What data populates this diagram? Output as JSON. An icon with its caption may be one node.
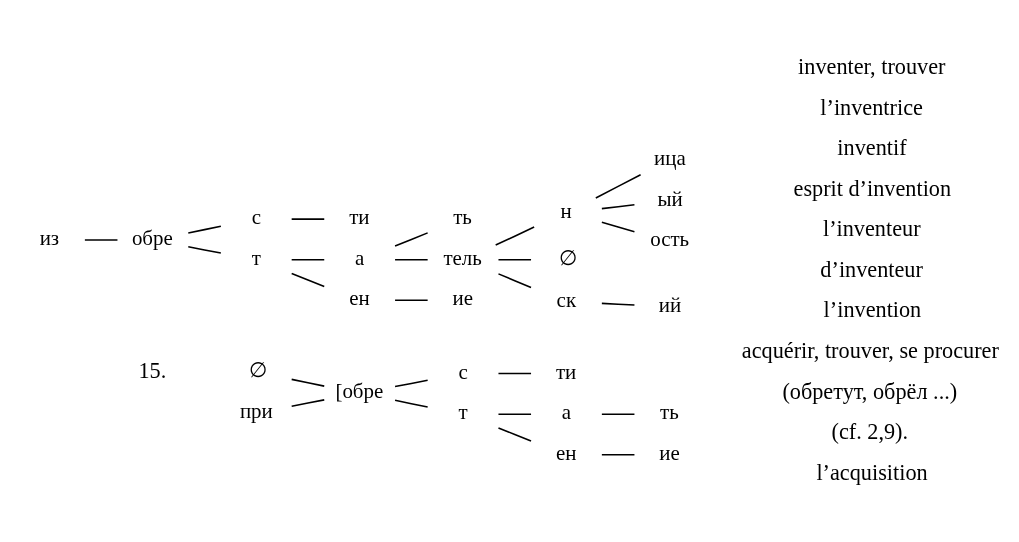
{
  "diagram": {
    "nodes": [
      {
        "text": [
          "∅"
        ]
      },
      {
        "text": [
          "при"
        ]
      },
      {
        "text": [
          "[обре"
        ]
      },
      {
        "text": [
          "с"
        ]
      },
      {
        "text": [
          "т"
        ]
      },
      {
        "text": [
          "ти"
        ]
      },
      {
        "text": [
          "а"
        ]
      },
      {
        "text": [
          "ть"
        ]
      },
      {
        "text": [
          "ен"
        ]
      },
      {
        "text": [
          "ие"
        ]
      },
      {
        "text": [
          "из"
        ]
      },
      {
        "text": [
          "обре"
        ]
      },
      {
        "text": [
          "с"
        ]
      },
      {
        "text": [
          "ти"
        ]
      },
      {
        "text": [
          "т"
        ]
      },
      {
        "text": [
          "а"
        ]
      },
      {
        "text": [
          "ть"
        ]
      },
      {
        "text": [
          "тель"
        ]
      },
      {
        "text": [
          "н"
        ]
      },
      {
        "text": [
          "∅"
        ]
      },
      {
        "text": [
          "ица"
        ]
      },
      {
        "text": [
          "ый"
        ]
      },
      {
        "text": [
          "ость"
        ]
      },
      {
        "text": [
          "ск"
        ]
      },
      {
        "text": [
          "ий"
        ]
      },
      {
        "text": [
          "ен"
        ]
      },
      {
        "text": [
          "ие"
        ]
      }
    ],
    "edges": [
      {
        "from": 0,
        "to": 2,
        "arrow": "none"
      },
      {
        "from": 1,
        "to": 2,
        "arrow": "none"
      },
      {
        "from": 2,
        "to": 3,
        "arrow": "none"
      },
      {
        "from": 2,
        "to": 4,
        "arrow": "none"
      },
      {
        "from": 3,
        "to": 5,
        "arrow": "none"
      },
      {
        "from": 4,
        "to": 6,
        "arrow": "none"
      },
      {
        "from": 6,
        "to": 7,
        "arrow": "none"
      },
      {
        "from": 4,
        "to": 8,
        "arrow": "none"
      },
      {
        "from": 8,
        "to": 9,
        "arrow": "none"
      },
      {
        "from": 10,
        "to": 11,
        "arrow": "none"
      },
      {
        "from": 11,
        "to": 12,
        "arrow": "none"
      },
      {
        "from": 12,
        "to": 13,
        "arrow": "none"
      },
      {
        "from": 11,
        "to": 14,
        "arrow": "none"
      },
      {
        "from": 14,
        "to": 15,
        "arrow": "none"
      },
      {
        "from": 15,
        "to": 16,
        "arrow": "none"
      },
      {
        "from": 15,
        "to": 17,
        "arrow": "none"
      },
      {
        "from": 17,
        "to": 18,
        "arrow": "none"
      },
      {
        "from": 17,
        "to": 19,
        "arrow": "none"
      },
      {
        "from": 18,
        "to": 20,
        "arrow": "none"
      },
      {
        "from": 18,
        "to": 21,
        "arrow": "none"
      },
      {
        "from": 18,
        "to": 22,
        "arrow": "none"
      },
      {
        "from": 17,
        "to": 23,
        "arrow": "none"
      },
      {
        "from": 23,
        "to": 24,
        "arrow": "none"
      },
      {
        "from": 14,
        "to": 25,
        "arrow": "none"
      },
      {
        "from": 25,
        "to": 26,
        "arrow": "none"
      }
    ],
    "labels": [
      "15.",
      "acquérir, trouver, se procurer",
      "(обретут, обрёл ...)",
      "(cf. 2,9).",
      "l’acquisition",
      "inventer, trouver",
      "l’inventeur",
      "l’inventrice",
      "inventif",
      "esprit d’invention",
      "d’inventeur",
      "l’invention"
    ]
  }
}
